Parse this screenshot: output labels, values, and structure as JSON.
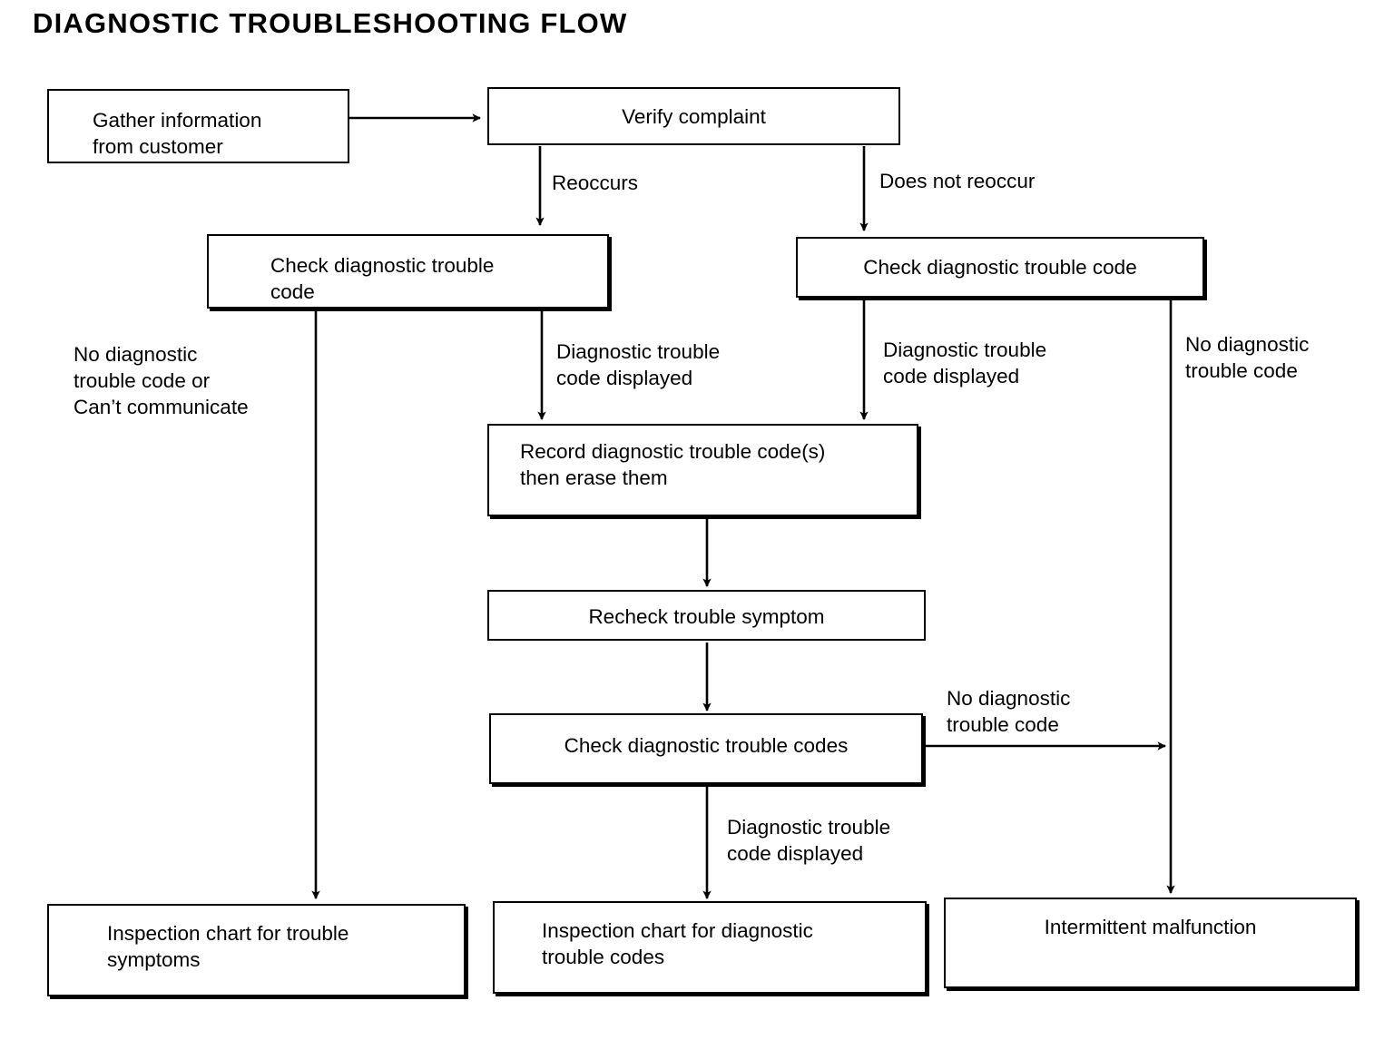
{
  "title": "DIAGNOSTIC  TROUBLESHOOTING  FLOW",
  "colors": {
    "ink": "#000000",
    "paper": "#ffffff"
  },
  "nodes": [
    {
      "id": "gather",
      "label": "Gather information\nfrom customer",
      "align": "left",
      "weight": "thin"
    },
    {
      "id": "verify",
      "label": "Verify complaint",
      "align": "center",
      "weight": "thin"
    },
    {
      "id": "check_left",
      "label": "Check diagnostic trouble\ncode",
      "align": "left",
      "weight": "thick"
    },
    {
      "id": "check_right",
      "label": "Check diagnostic trouble code",
      "align": "center",
      "weight": "thick"
    },
    {
      "id": "record",
      "label": "Record diagnostic trouble code(s)\nthen erase them",
      "align": "left",
      "weight": "thick"
    },
    {
      "id": "recheck",
      "label": "Recheck trouble symptom",
      "align": "center",
      "weight": "thin"
    },
    {
      "id": "check_codes",
      "label": "Check diagnostic trouble codes",
      "align": "center",
      "weight": "thick"
    },
    {
      "id": "chart_symptom",
      "label": "Inspection chart for trouble\nsymptoms",
      "align": "left",
      "weight": "thick"
    },
    {
      "id": "chart_codes",
      "label": "Inspection chart for diagnostic\ntrouble codes",
      "align": "left",
      "weight": "thick"
    },
    {
      "id": "intermittent",
      "label": "Intermittent malfunction",
      "align": "center",
      "weight": "thick"
    }
  ],
  "edge_labels": [
    {
      "id": "reoccurs",
      "text": "Reoccurs"
    },
    {
      "id": "does-not-reoccur",
      "text": "Does not reoccur"
    },
    {
      "id": "no-dtc-or-comm",
      "text": "No diagnostic\ntrouble code or\nCan’t communicate"
    },
    {
      "id": "dtc-displayed-1",
      "text": "Diagnostic trouble\ncode displayed"
    },
    {
      "id": "dtc-displayed-2",
      "text": "Diagnostic trouble\ncode displayed"
    },
    {
      "id": "no-dtc-right",
      "text": "No diagnostic\ntrouble code"
    },
    {
      "id": "no-dtc-mid",
      "text": "No diagnostic\ntrouble code"
    },
    {
      "id": "dtc-displayed-3",
      "text": "Diagnostic trouble\ncode displayed"
    }
  ]
}
